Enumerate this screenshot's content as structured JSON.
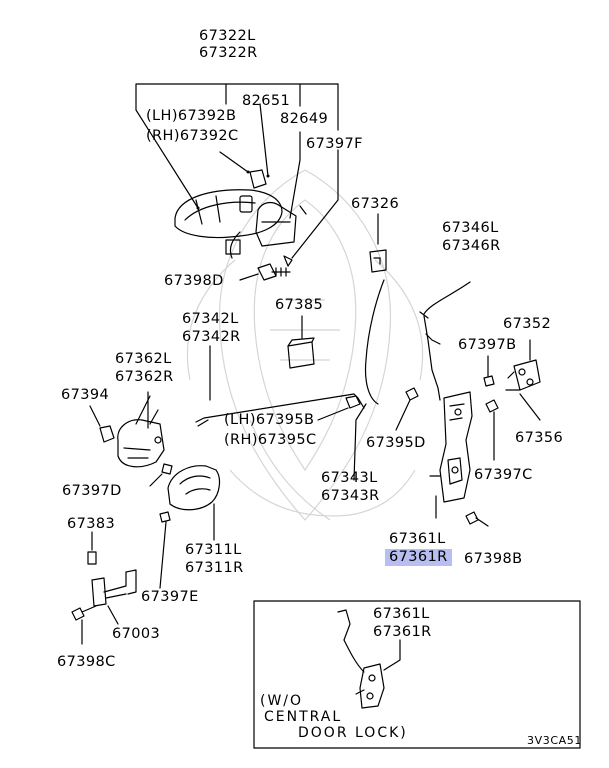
{
  "labels": {
    "l67322L": "67322L",
    "l67322R": "67322R",
    "l82651": "82651",
    "l67392B": "(LH)67392B",
    "l82649": "82649",
    "l67392C": "(RH)67392C",
    "l67397F": "67397F",
    "l67326": "67326",
    "l67346L": "67346L",
    "l67346R": "67346R",
    "l67398D": "67398D",
    "l67385": "67385",
    "l67342L": "67342L",
    "l67342R": "67342R",
    "l67352": "67352",
    "l67362L": "67362L",
    "l67362R": "67362R",
    "l67397B": "67397B",
    "l67394": "67394",
    "l67395B": "(LH)67395B",
    "l67395C": "(RH)67395C",
    "l67395D": "67395D",
    "l67356": "67356",
    "l67397C": "67397C",
    "l67343L": "67343L",
    "l67343R": "67343R",
    "l67397D": "67397D",
    "l67383": "67383",
    "l67361L": "67361L",
    "l67361R": "67361R",
    "l67398B": "67398B",
    "l67311L": "67311L",
    "l67311R": "67311R",
    "l67397E": "67397E",
    "l67003": "67003",
    "l67398C": "67398C",
    "inset67361L": "67361L",
    "inset67361R": "67361R",
    "inset_note_1": "(W/O",
    "inset_note_2": "CENTRAL",
    "inset_note_3": "DOOR LOCK)",
    "diagram_code": "3V3CA51"
  },
  "highlight_color": "#b8bff0"
}
